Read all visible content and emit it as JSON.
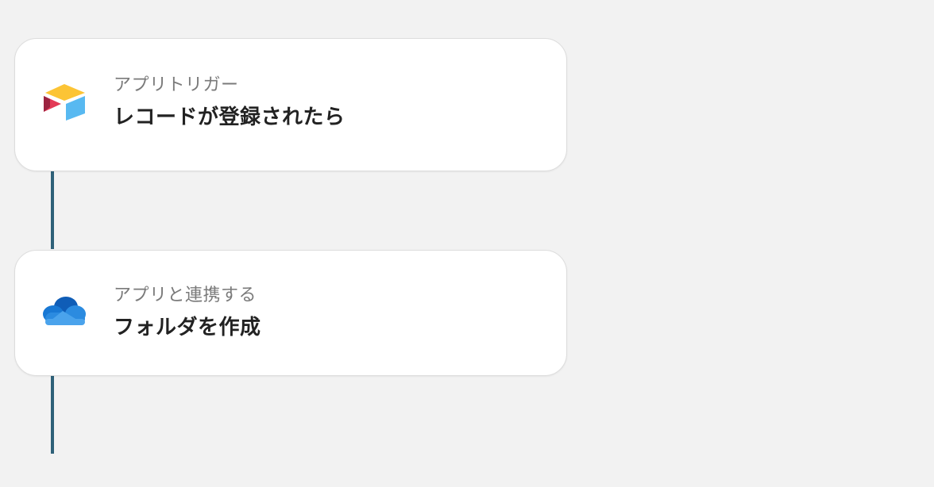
{
  "steps": [
    {
      "category": "アプリトリガー",
      "title": "レコードが登録されたら",
      "app_icon": "airtable-icon"
    },
    {
      "category": "アプリと連携する",
      "title": "フォルダを作成",
      "app_icon": "onedrive-icon"
    }
  ],
  "colors": {
    "background": "#f2f2f2",
    "connector": "#2f6179",
    "card": "#ffffff",
    "subtext": "#7a7a7a",
    "title": "#222222"
  }
}
